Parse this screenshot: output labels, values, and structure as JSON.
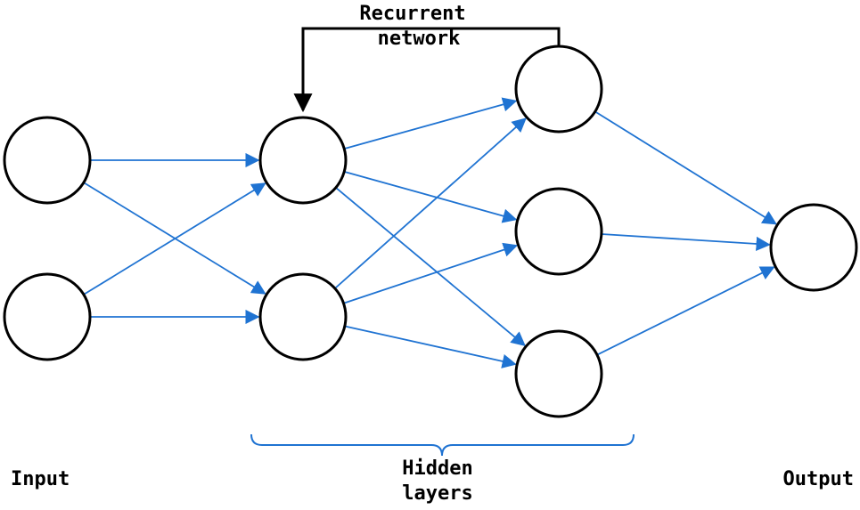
{
  "labels": {
    "recurrent_line1": "Recurrent",
    "recurrent_line2": "network",
    "input": "Input",
    "hidden_line1": "Hidden",
    "hidden_line2": "layers",
    "output": "Output"
  },
  "colors": {
    "edge": "#1f73d2",
    "brace": "#1f73d2",
    "node_stroke": "#000000",
    "recurrent_arrow": "#000000",
    "background": "#ffffff"
  },
  "layers": [
    {
      "id": "input",
      "nodes": [
        "in1",
        "in2"
      ]
    },
    {
      "id": "hidden1",
      "nodes": [
        "h1a",
        "h1b"
      ]
    },
    {
      "id": "hidden2",
      "nodes": [
        "h2a",
        "h2b",
        "h2c"
      ]
    },
    {
      "id": "output",
      "nodes": [
        "out1"
      ]
    }
  ],
  "edges": [
    [
      "in1",
      "h1a"
    ],
    [
      "in1",
      "h1b"
    ],
    [
      "in2",
      "h1a"
    ],
    [
      "in2",
      "h1b"
    ],
    [
      "h1a",
      "h2a"
    ],
    [
      "h1a",
      "h2b"
    ],
    [
      "h1a",
      "h2c"
    ],
    [
      "h1b",
      "h2a"
    ],
    [
      "h1b",
      "h2b"
    ],
    [
      "h1b",
      "h2c"
    ],
    [
      "h2a",
      "out1"
    ],
    [
      "h2b",
      "out1"
    ],
    [
      "h2c",
      "out1"
    ]
  ],
  "recurrent": {
    "from": "h2a",
    "to": "h1a"
  }
}
